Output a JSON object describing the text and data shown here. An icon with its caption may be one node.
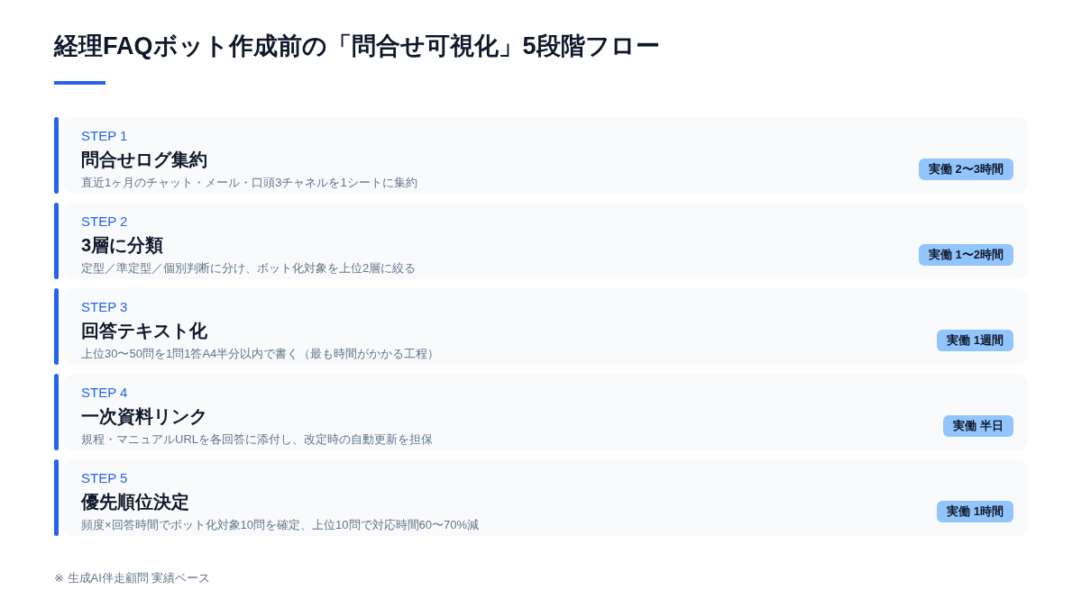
{
  "diagram": {
    "title": "経理FAQボット作成前の「問合せ可視化」5段階フロー",
    "nodes": [
      {
        "text": [
          "STEP 1",
          "問合せログ集約",
          "直近1ヶ月のチャット・メール・口頭3チャネルを1シートに集約"
        ]
      },
      {
        "text": [
          "実働 2〜3時間"
        ],
        "in": 0
      },
      {
        "text": [
          "STEP 2",
          "3層に分類",
          "定型／準定型／個別判断に分け、ボット化対象を上位2層に絞る"
        ]
      },
      {
        "text": [
          "実働 1〜2時間"
        ],
        "in": 2
      },
      {
        "text": [
          "STEP 3",
          "回答テキスト化",
          "上位30〜50問を1問1答A4半分以内で書く（最も時間がかかる工程）"
        ]
      },
      {
        "text": [
          "実働 1週間"
        ],
        "in": 4
      },
      {
        "text": [
          "STEP 4",
          "一次資料リンク",
          "規程・マニュアルURLを各回答に添付し、改定時の自動更新を担保"
        ]
      },
      {
        "text": [
          "実働 半日"
        ],
        "in": 6
      },
      {
        "text": [
          "STEP 5",
          "優先順位決定",
          "頻度×回答時間でボット化対象10問を確定、上位10問で対応時間60〜70%減"
        ]
      },
      {
        "text": [
          "実働 1時間"
        ],
        "in": 8
      }
    ],
    "labels": [
      "※ 生成AI伴走顧問 実績ベース"
    ]
  }
}
